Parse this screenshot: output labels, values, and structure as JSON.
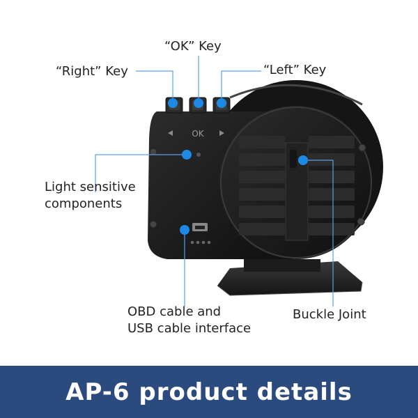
{
  "callouts": {
    "ok_key": "“OK” Key",
    "right_key": "“Right” Key",
    "left_key": "“Left” Key",
    "light_sensor_line1": "Light sensitive",
    "light_sensor_line2": "components",
    "interface_line1": "OBD cable and",
    "interface_line2": "USB cable interface",
    "buckle_joint": "Buckle Joint"
  },
  "device": {
    "ok_button_label": "OK"
  },
  "banner": {
    "title": "AP-6 product details"
  },
  "colors": {
    "accent": "#1e88e5",
    "banner": "#2b4a7e",
    "device_body": "#1b1b1b"
  }
}
